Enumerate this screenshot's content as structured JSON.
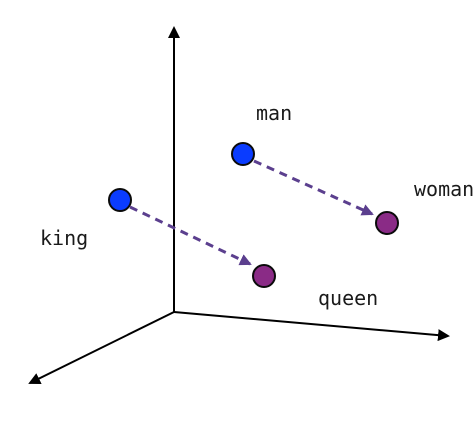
{
  "labels": {
    "man": "man",
    "woman": "woman",
    "king": "king",
    "queen": "queen"
  },
  "colors": {
    "axis": "#000000",
    "male_point": "#0a3cff",
    "female_point": "#8a2b86",
    "arrow": "#5b3f8e",
    "point_stroke": "#0b0b0b"
  }
}
